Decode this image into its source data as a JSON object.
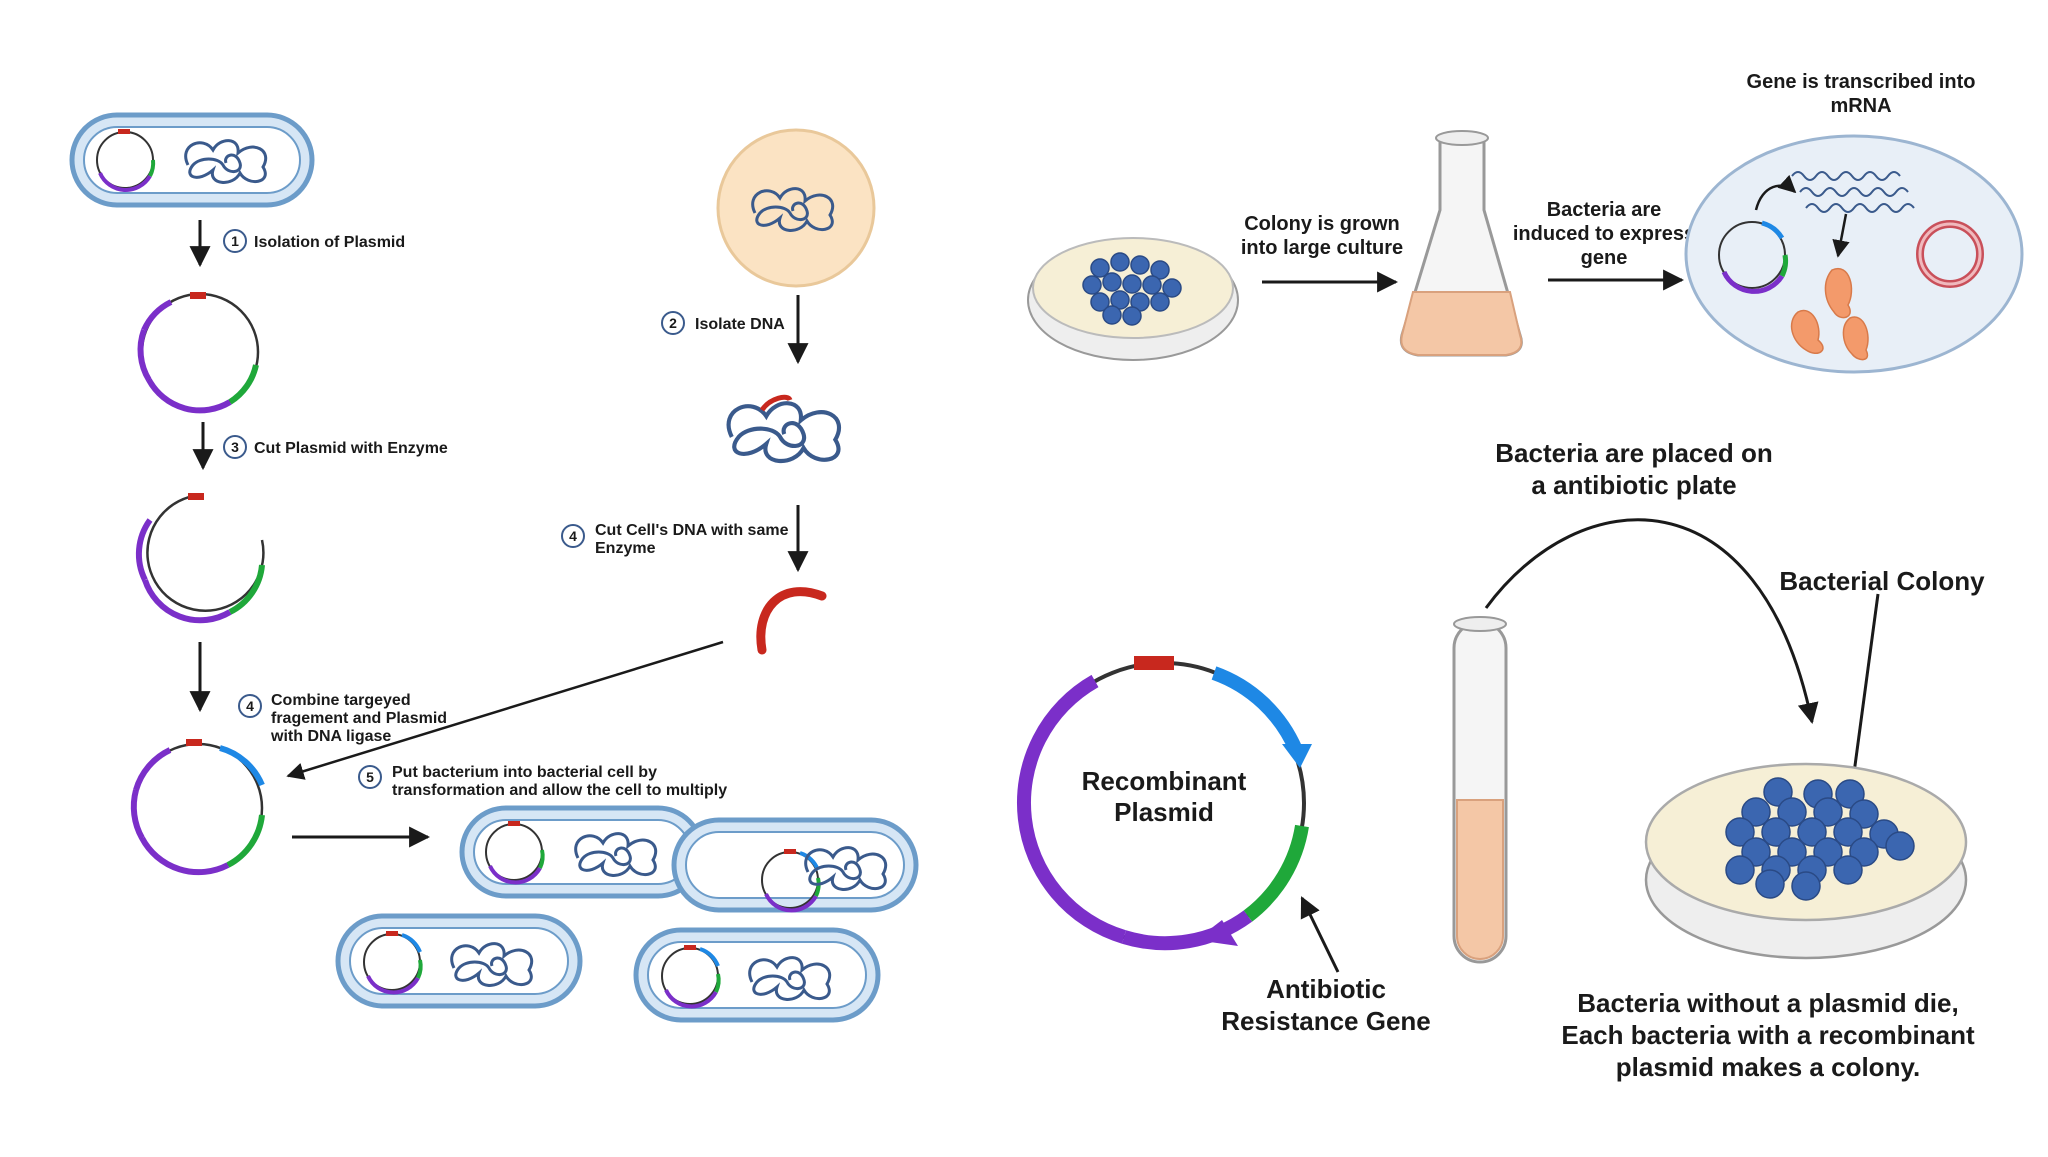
{
  "steps": {
    "s1": {
      "num": "1",
      "label": "Isolation of Plasmid"
    },
    "s2": {
      "num": "2",
      "label": "Isolate DNA"
    },
    "s3": {
      "num": "3",
      "label": "Cut Plasmid with Enzyme"
    },
    "s4a": {
      "num": "4",
      "line1": "Cut Cell's DNA with same",
      "line2": "Enzyme"
    },
    "s4b": {
      "num": "4",
      "line1": "Combine targeyed",
      "line2": "fragement and Plasmid",
      "line3": "with DNA ligase"
    },
    "s5": {
      "num": "5",
      "line1": "Put bacterium into bacterial cell by",
      "line2": "transformation and allow the cell to multiply"
    }
  },
  "culture": {
    "colony_line1": "Colony is grown",
    "colony_line2": "into large culture",
    "induced_line1": "Bacteria are",
    "induced_line2": "induced to express",
    "induced_line3": "gene",
    "mrna_line1": "Gene is transcribed into",
    "mrna_line2": "mRNA"
  },
  "plate": {
    "placed_line1": "Bacteria are placed on",
    "placed_line2": "a antibiotic plate",
    "colony_label": "Bacterial Colony",
    "result_line1": "Bacteria without a plasmid die,",
    "result_line2": "Each bacteria with a recombinant",
    "result_line3": "plasmid makes a colony."
  },
  "plasmid": {
    "label_line1": "Recombinant",
    "label_line2": "Plasmid",
    "gene_line1": "Antibiotic",
    "gene_line2": "Resistance Gene"
  },
  "colors": {
    "purple": "#7b2fc9",
    "green": "#1fa83a",
    "red": "#c8281e",
    "blue": "#1e88e5",
    "dna": "#3a5a8c",
    "cell_fill": "#d6e6f5",
    "cell_border": "#6c9cc9",
    "agar": "#f6efd6",
    "colony": "#3b66b0",
    "flask_liquid": "#f4c7a6"
  }
}
